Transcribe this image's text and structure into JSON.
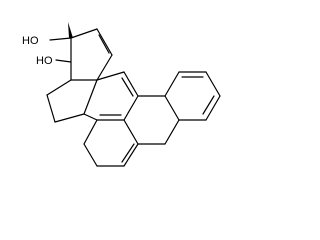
{
  "molecule": {
    "atom_labels": [
      {
        "id": "oh-1",
        "text": "HO"
      },
      {
        "id": "oh-2",
        "text": "HO"
      }
    ],
    "bond_color": "#000000",
    "label_color": "#000000"
  }
}
